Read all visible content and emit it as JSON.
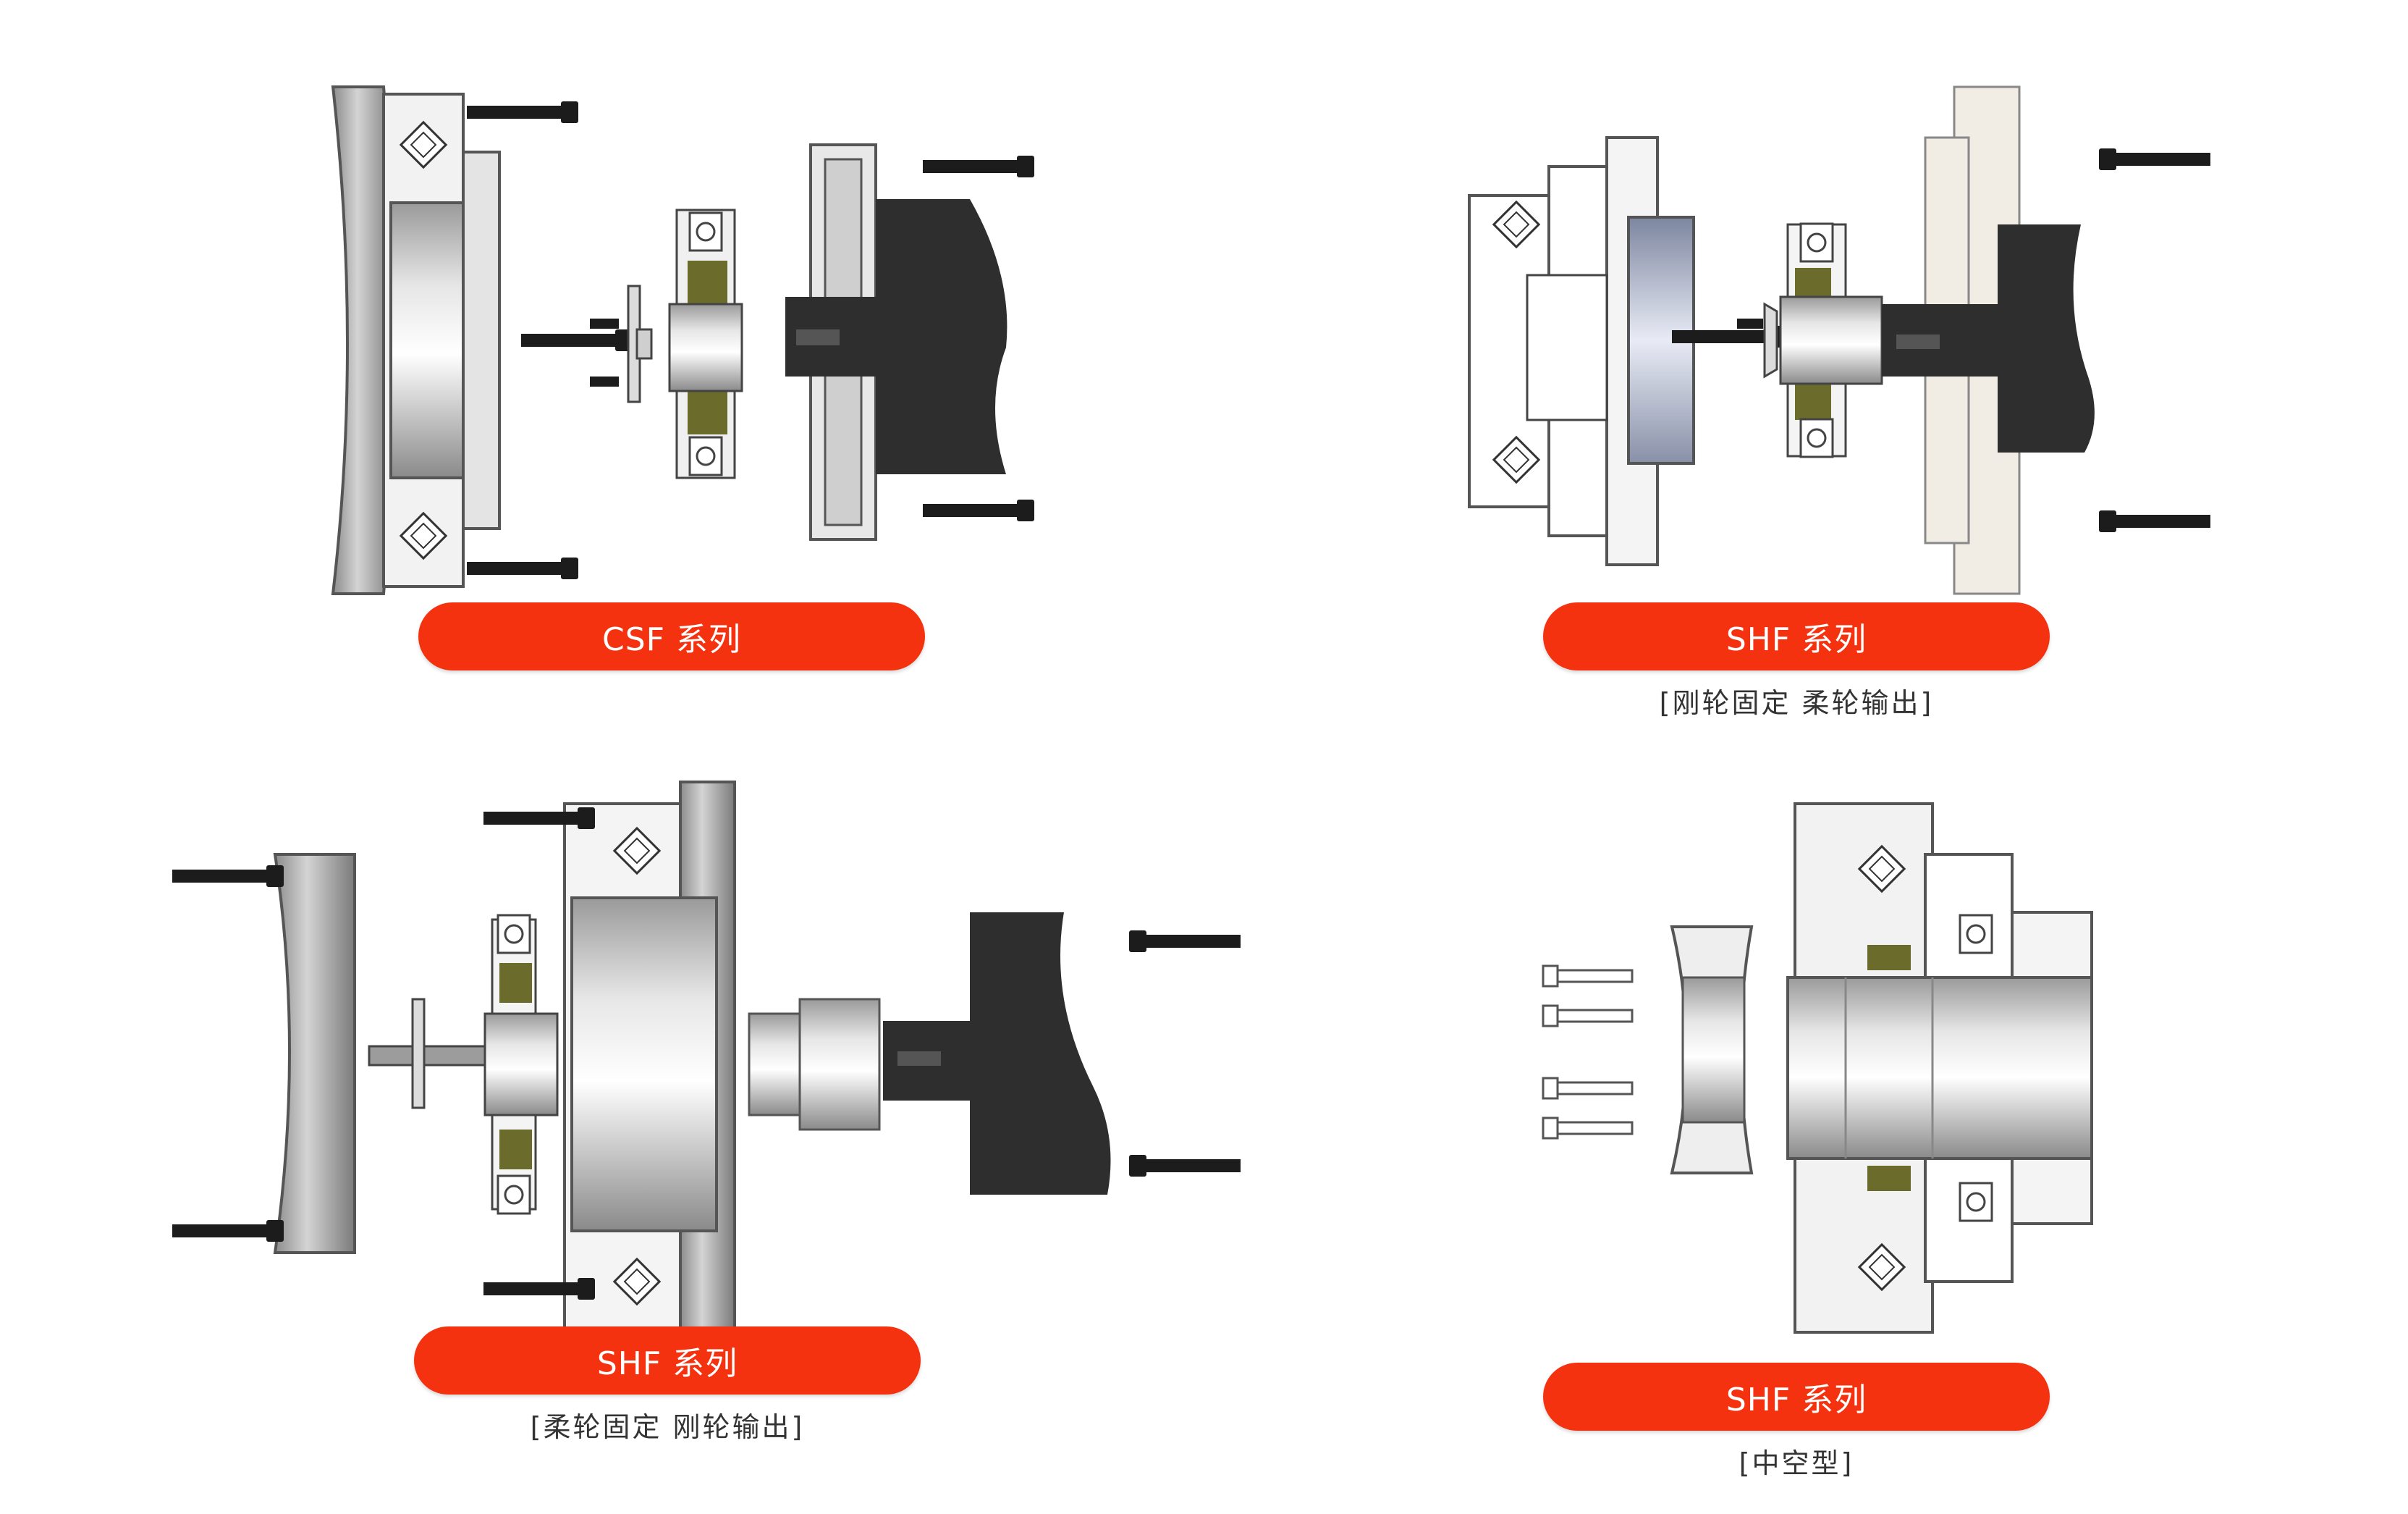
{
  "colors": {
    "accent": "#f5320f",
    "dark_part": "#2e2e2e",
    "bolt": "#1c1c1c",
    "metal": "#b8b8b8",
    "flex_ring": "#6b6b2c"
  },
  "panels": [
    {
      "label": "CSF 系列",
      "subtitle": ""
    },
    {
      "label": "SHF 系列",
      "subtitle": "[刚轮固定  柔轮输出]"
    },
    {
      "label": "SHF 系列",
      "subtitle": "[柔轮固定  刚轮输出]"
    },
    {
      "label": "SHF 系列",
      "subtitle": "[中空型]"
    }
  ]
}
